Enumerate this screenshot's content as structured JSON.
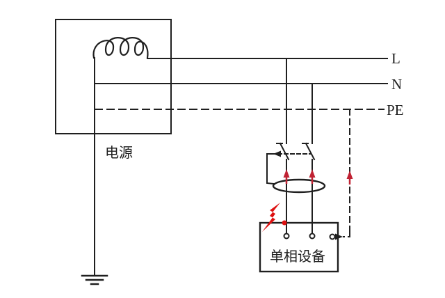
{
  "labels": {
    "phase": "L",
    "neutral": "N",
    "protective_earth": "PE",
    "power_source": "电源",
    "equipment": "单相设备"
  },
  "colors": {
    "wire": "#1f1f1f",
    "fault": "#dd1111",
    "current_arrow": "#c02233",
    "background": "#ffffff"
  },
  "icons": {
    "inductor": "source-winding-coil",
    "ground": "earth-ground-symbol",
    "breaker": "two-pole-breaker-contacts",
    "trip_coil": "rcd-trip-coil",
    "toroid": "residual-current-toroid",
    "fault": "lightning-fault-bolt",
    "terminals": "equipment-terminals",
    "arrows": "fault-current-direction-arrows"
  }
}
